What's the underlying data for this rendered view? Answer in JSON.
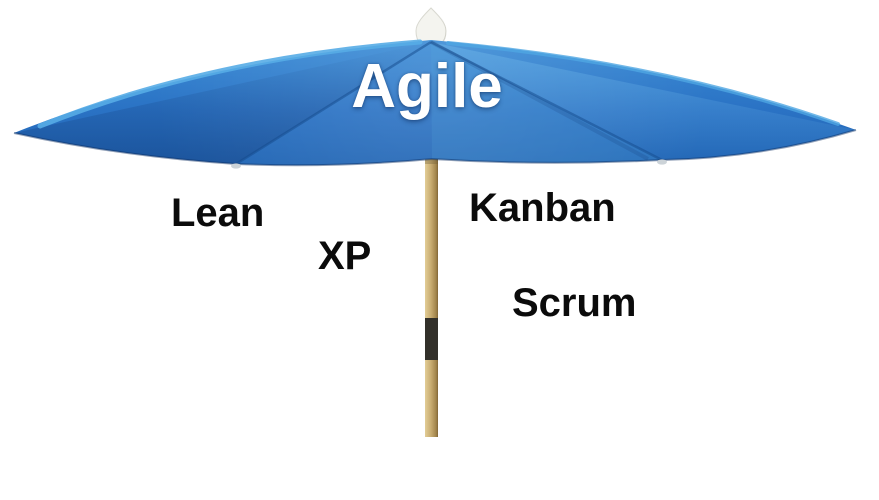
{
  "umbrella": {
    "label": "Agile"
  },
  "methods": [
    {
      "label": "Lean"
    },
    {
      "label": "XP"
    },
    {
      "label": "Kanban"
    },
    {
      "label": "Scrum"
    }
  ],
  "colors": {
    "canopy_blue": "#2a72c4",
    "canopy_top": "#3a8cd6",
    "canopy_bottom": "#2165b4",
    "canopy_highlight": "#57ace6",
    "canopy_shadow": "#1b5ca8",
    "title_text": "#ffffff",
    "method_text": "#0b0b0b",
    "pole_wood": "#c9ad72",
    "pole_band": "#32302a",
    "finial_white": "#f4f4ef",
    "rib_tip": "#ccd3d8",
    "background": "#ffffff"
  }
}
